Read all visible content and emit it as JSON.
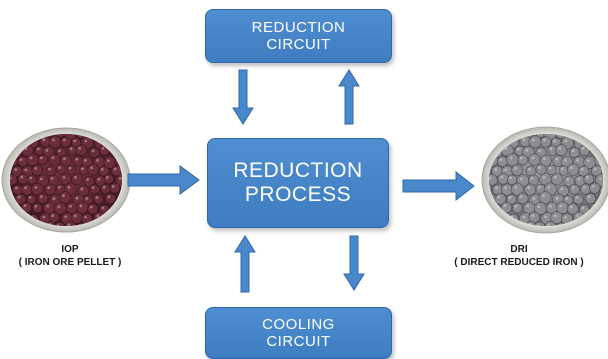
{
  "boxes": {
    "reduction_circuit": {
      "line1": "REDUCTION",
      "line2": "CIRCUIT"
    },
    "reduction_process": {
      "line1": "REDUCTION",
      "line2": "PROCESS"
    },
    "cooling_circuit": {
      "line1": "COOLING",
      "line2": "CIRCUIT"
    }
  },
  "inputs": {
    "iop": {
      "title": "IOP",
      "subtitle": "( IRON ORE PELLET )",
      "pellet_color": "#6b2e3a"
    }
  },
  "outputs": {
    "dri": {
      "title": "DRI",
      "subtitle": "( DIRECT REDUCED IRON )",
      "pellet_color": "#8e8e92"
    }
  },
  "colors": {
    "box_fill": "#4a88cc",
    "arrow_fill": "#4a88cc"
  },
  "connections": [
    {
      "from": "reduction_circuit",
      "to": "reduction_process"
    },
    {
      "from": "reduction_process",
      "to": "reduction_circuit"
    },
    {
      "from": "cooling_circuit",
      "to": "reduction_process"
    },
    {
      "from": "reduction_process",
      "to": "cooling_circuit"
    },
    {
      "from": "iop",
      "to": "reduction_process"
    },
    {
      "from": "reduction_process",
      "to": "dri"
    }
  ]
}
